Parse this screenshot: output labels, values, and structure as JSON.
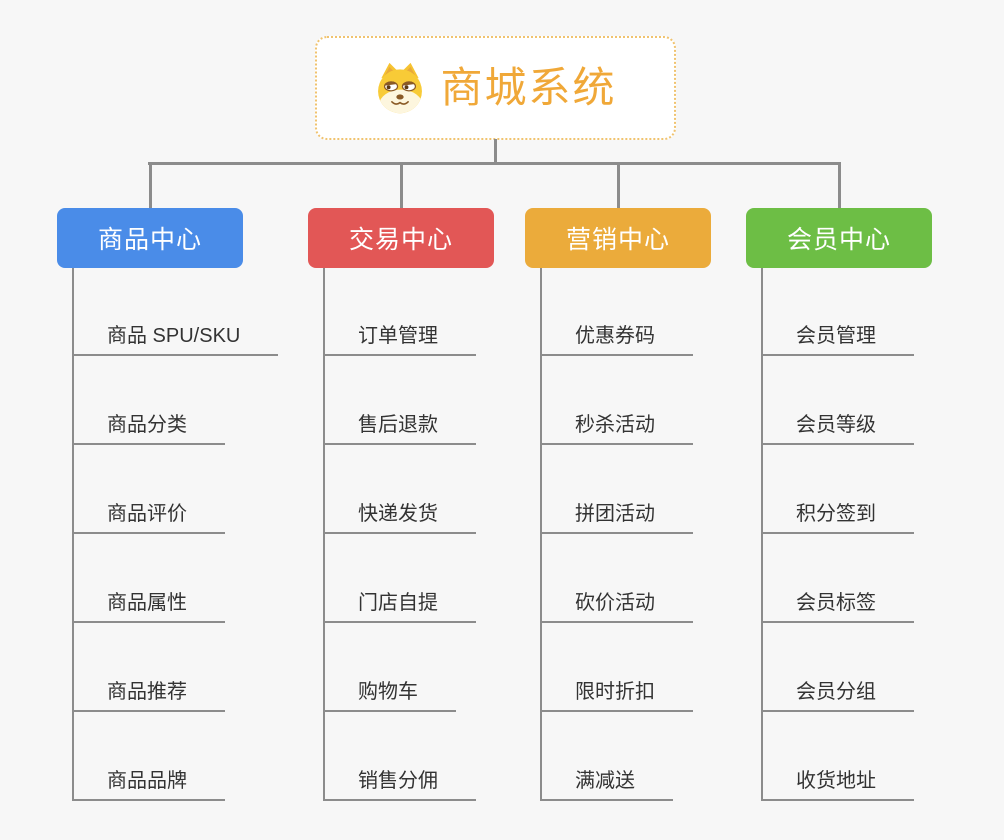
{
  "root": {
    "title": "商城系统",
    "title_color": "#F0A838",
    "icon": "shiba-dog-icon",
    "border_color": "#F0C36F"
  },
  "connector_color": "#8C8C8C",
  "child_text_color": "#333333",
  "branches": [
    {
      "id": "product-center",
      "label": "商品中心",
      "color": "#4A8CE8",
      "children": [
        "商品 SPU/SKU",
        "商品分类",
        "商品评价",
        "商品属性",
        "商品推荐",
        "商品品牌"
      ]
    },
    {
      "id": "trade-center",
      "label": "交易中心",
      "color": "#E25756",
      "children": [
        "订单管理",
        "售后退款",
        "快递发货",
        "门店自提",
        "购物车",
        "销售分佣"
      ]
    },
    {
      "id": "marketing-center",
      "label": "营销中心",
      "color": "#EBAB3B",
      "children": [
        "优惠券码",
        "秒杀活动",
        "拼团活动",
        "砍价活动",
        "限时折扣",
        "满减送"
      ]
    },
    {
      "id": "member-center",
      "label": "会员中心",
      "color": "#6DBE45",
      "children": [
        "会员管理",
        "会员等级",
        "积分签到",
        "会员标签",
        "会员分组",
        "收货地址"
      ]
    }
  ]
}
